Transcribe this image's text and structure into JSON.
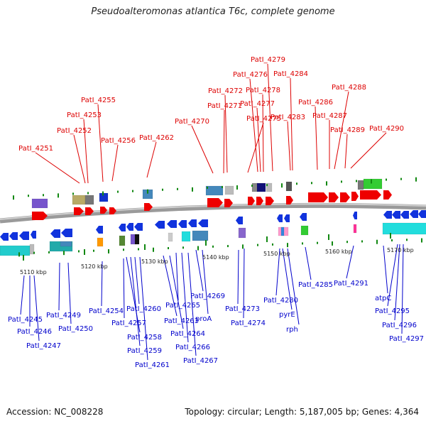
{
  "title": "Pseudoalteromonas atlantica T6c, complete genome",
  "accession": "Accession: NC_008228",
  "stats": "Topology: circular; Length: 5,187,005 bp; Genes: 4,364",
  "colors": {
    "top_label": "#dd0000",
    "bottom_label": "#0000cc",
    "forward_gene": "#ee0000",
    "reverse_gene": "#1133dd",
    "axis_tick": "#118811",
    "backbone": "#888888"
  },
  "scale_ticks": [
    "5110 kbp",
    "5120 kbp",
    "5130 kbp",
    "5140 kbp",
    "5150 kbp",
    "5160 kbp",
    "5170 kbp"
  ],
  "top_labels": [
    "PatI_4251",
    "PatI_4252",
    "PatI_4253",
    "PatI_4255",
    "PatI_4256",
    "PatI_4262",
    "PatI_4270",
    "PatI_4271",
    "PatI_4272",
    "PatI_4275",
    "PatI_4276",
    "PatI_4277",
    "PatI_4278",
    "PatI_4279",
    "PatI_4283",
    "PatI_4284",
    "PatI_4286",
    "PatI_4287",
    "PatI_4288",
    "PatI_4289",
    "PatI_4290"
  ],
  "bottom_labels": [
    "PatI_4245",
    "PatI_4246",
    "PatI_4247",
    "PatI_4249",
    "PatI_4250",
    "PatI_4254",
    "PatI_4257",
    "PatI_4258",
    "PatI_4259",
    "PatI_4260",
    "PatI_4261",
    "PatI_4263",
    "PatI_4264",
    "PatI_4265",
    "PatI_4266",
    "PatI_4267",
    "PatI_4269",
    "proA",
    "PatI_4273",
    "PatI_4274",
    "PatI_4280",
    "pyrE",
    "rph",
    "PatI_4285",
    "PatI_4291",
    "atpC",
    "PatI_4295",
    "PatI_4296",
    "PatI_4297"
  ]
}
